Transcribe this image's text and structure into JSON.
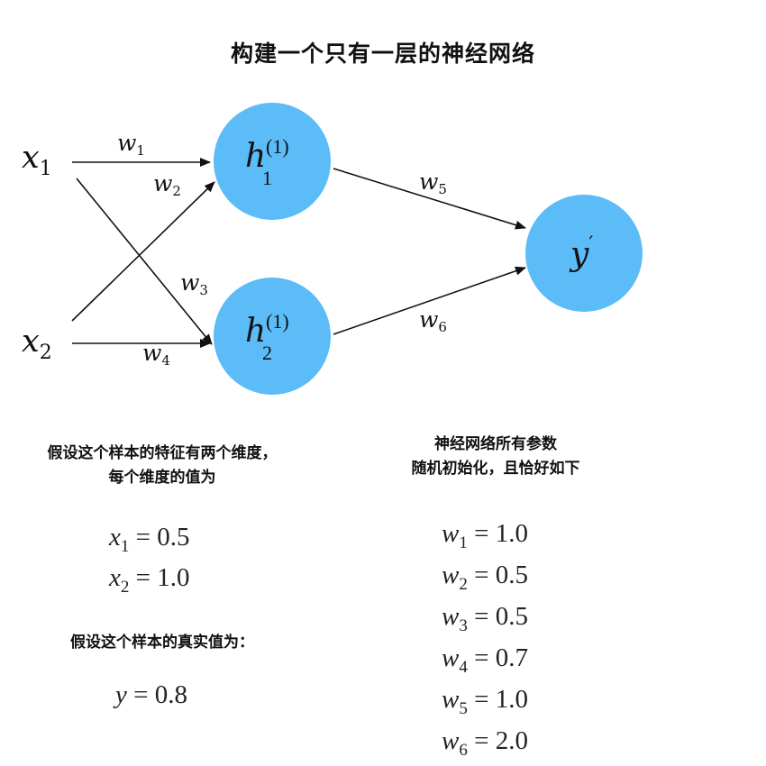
{
  "title": "构建一个只有一层的神经网络",
  "nodes": {
    "x1": {
      "var": "x",
      "sub": "1"
    },
    "x2": {
      "var": "x",
      "sub": "2"
    },
    "h1": {
      "var": "h",
      "sub": "1",
      "sup": "(1)"
    },
    "h2": {
      "var": "h",
      "sub": "2",
      "sup": "(1)"
    },
    "y": {
      "var": "y",
      "sup": "′"
    }
  },
  "edges": [
    {
      "label": "w",
      "sub": "1"
    },
    {
      "label": "w",
      "sub": "2"
    },
    {
      "label": "w",
      "sub": "3"
    },
    {
      "label": "w",
      "sub": "4"
    },
    {
      "label": "w",
      "sub": "5"
    },
    {
      "label": "w",
      "sub": "6"
    }
  ],
  "colors": {
    "node_fill": "#5bbcf7",
    "line": "#111111"
  },
  "left": {
    "heading_line1": "假设这个样本的特征有两个维度，",
    "heading_line2": "每个维度的值为",
    "features": [
      {
        "var": "x",
        "sub": "1",
        "value": "= 0.5"
      },
      {
        "var": "x",
        "sub": "2",
        "value": "= 1.0"
      }
    ],
    "truth_heading": "假设这个样本的真实值为：",
    "truth": {
      "var": "y",
      "value": "= 0.8"
    }
  },
  "right": {
    "heading_line1": "神经网络所有参数",
    "heading_line2": "随机初始化，且恰好如下",
    "weights": [
      {
        "var": "w",
        "sub": "1",
        "value": "= 1.0"
      },
      {
        "var": "w",
        "sub": "2",
        "value": "= 0.5"
      },
      {
        "var": "w",
        "sub": "3",
        "value": "= 0.5"
      },
      {
        "var": "w",
        "sub": "4",
        "value": "= 0.7"
      },
      {
        "var": "w",
        "sub": "5",
        "value": "= 1.0"
      },
      {
        "var": "w",
        "sub": "6",
        "value": "= 2.0"
      }
    ]
  }
}
